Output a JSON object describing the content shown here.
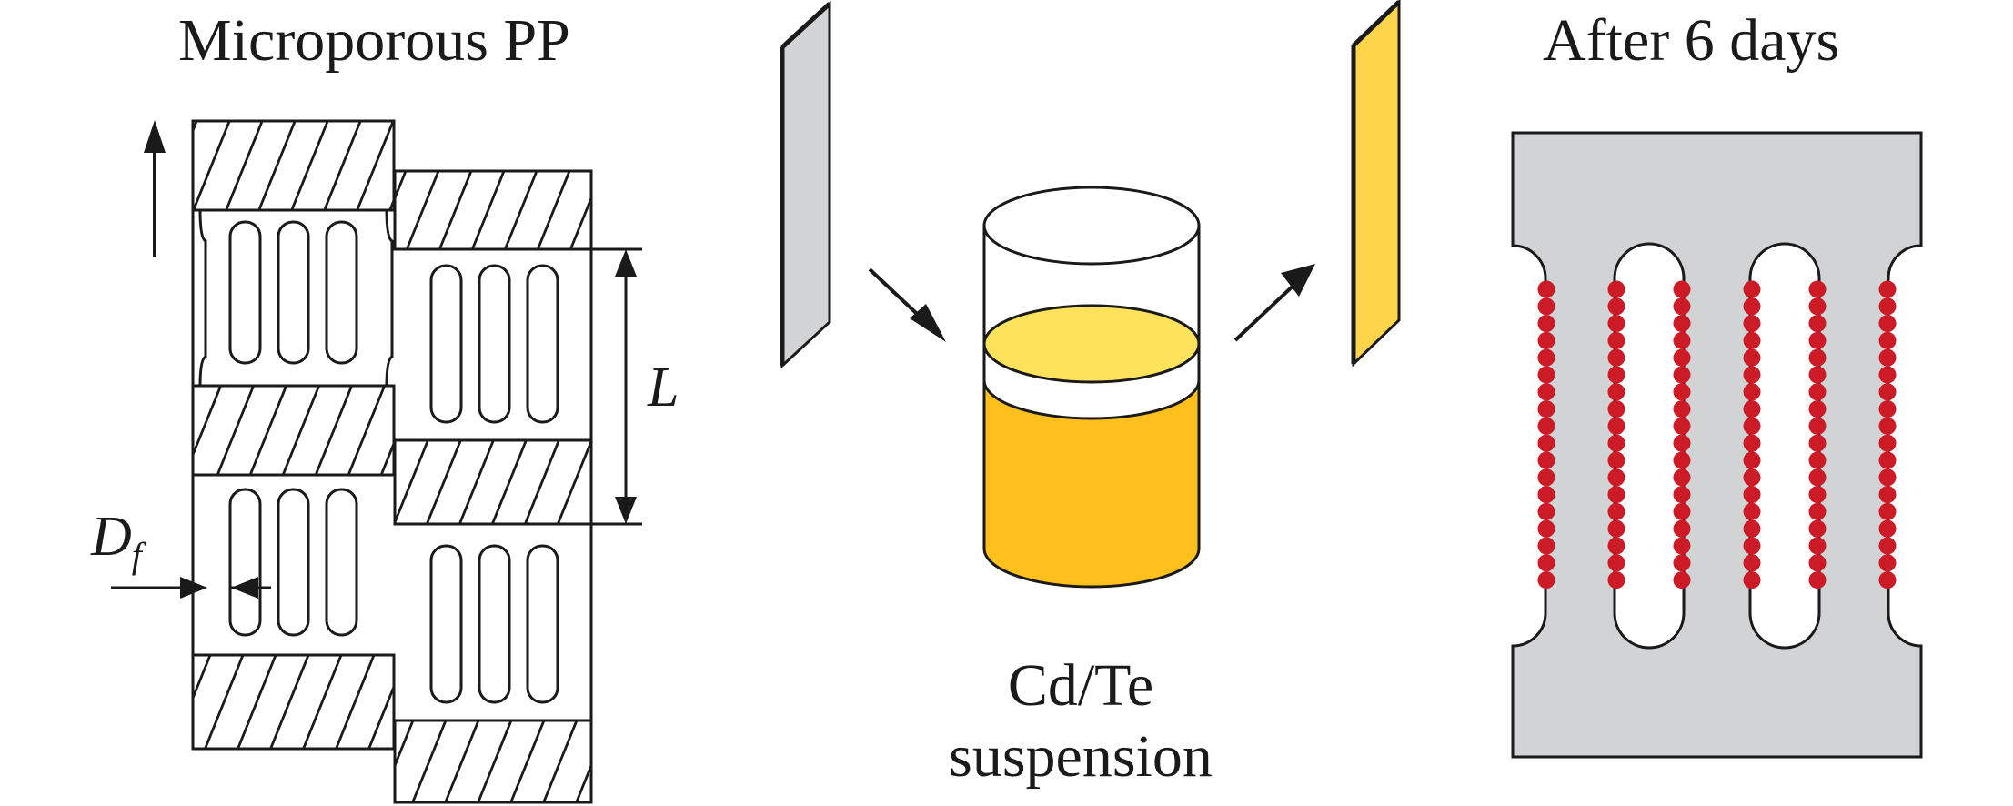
{
  "labels": {
    "microporous": "Microporous PP",
    "after": "After 6 days",
    "suspension_line1": "Cd/Te",
    "suspension_line2": "suspension",
    "L": "L",
    "Df_main": "D",
    "Df_sub": "f"
  },
  "colors": {
    "film_gray": "#d2d3d5",
    "film_yellow": "#fdd44a",
    "liquid": "#ffc01d",
    "liquid_top": "#ffe25c",
    "dots": "#cc1a26",
    "stroke": "#1a1a1a"
  }
}
